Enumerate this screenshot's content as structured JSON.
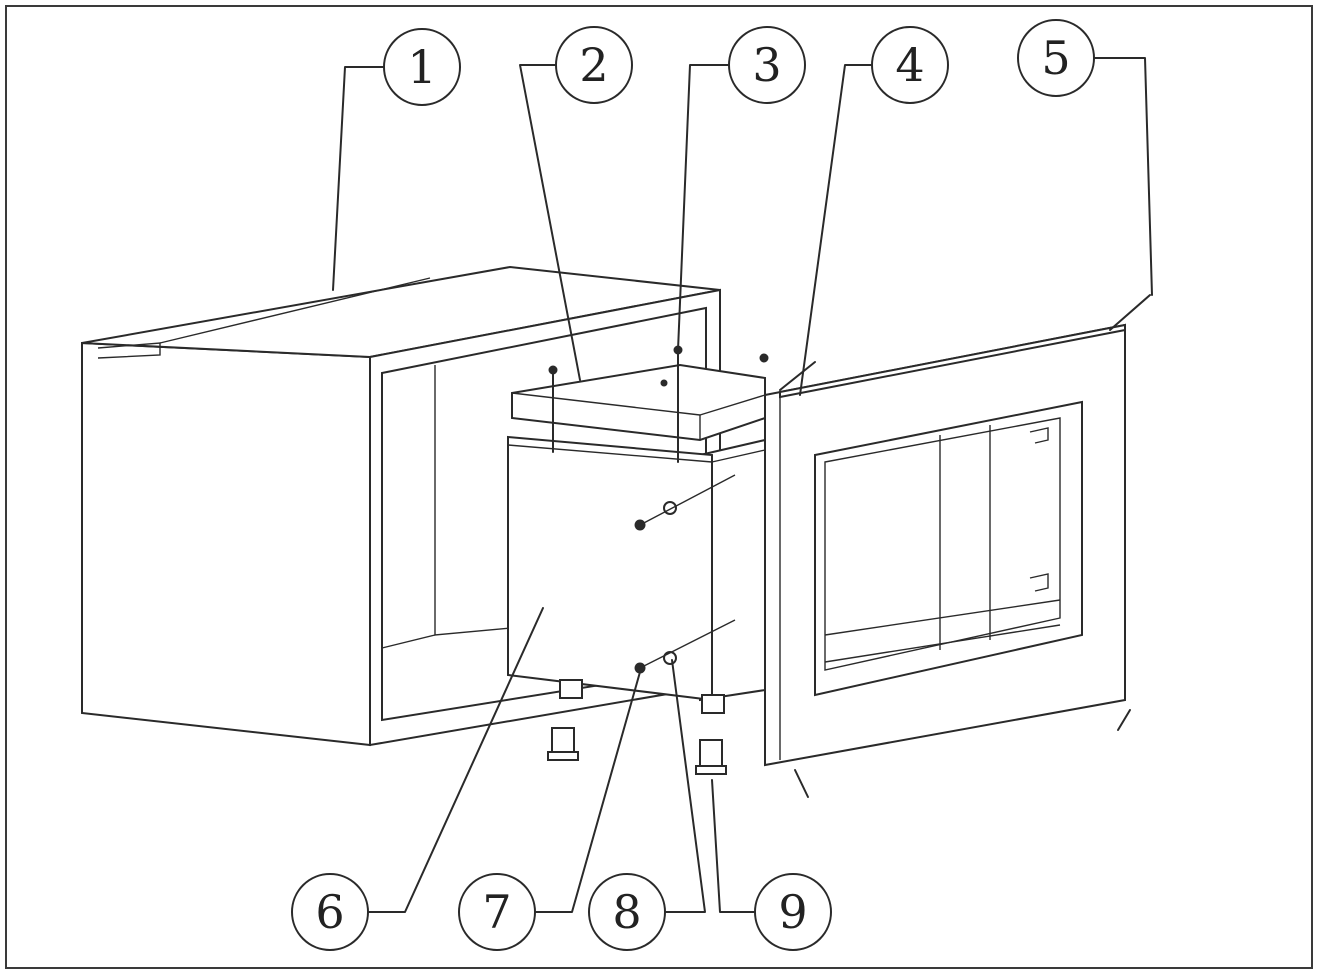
{
  "callouts": [
    {
      "id": "1",
      "label": "1"
    },
    {
      "id": "2",
      "label": "2"
    },
    {
      "id": "3",
      "label": "3"
    },
    {
      "id": "4",
      "label": "4"
    },
    {
      "id": "5",
      "label": "5"
    },
    {
      "id": "6",
      "label": "6"
    },
    {
      "id": "7",
      "label": "7"
    },
    {
      "id": "8",
      "label": "8"
    },
    {
      "id": "9",
      "label": "9"
    }
  ],
  "colors": {
    "line": "#2a2a2a",
    "background": "#ffffff"
  }
}
